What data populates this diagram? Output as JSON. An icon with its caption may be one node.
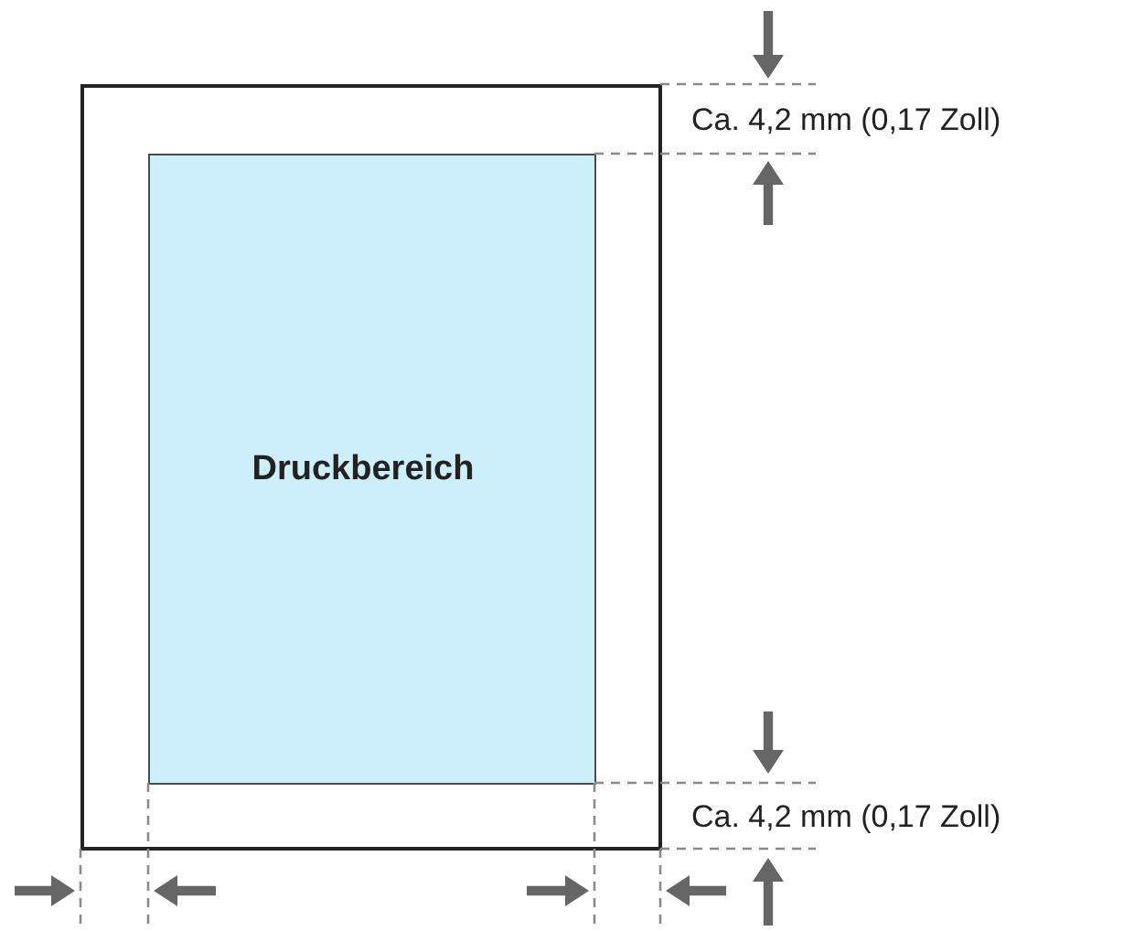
{
  "diagram": {
    "nodes": [
      {
        "text": [],
        "shape": "box"
      },
      {
        "text": [
          "Druckbereich"
        ],
        "in": 0
      }
    ],
    "labels": [
      "Ca. 4,2 mm (0,17 Zoll)",
      "Ca. 4,2 mm (0,17 Zoll)"
    ]
  }
}
